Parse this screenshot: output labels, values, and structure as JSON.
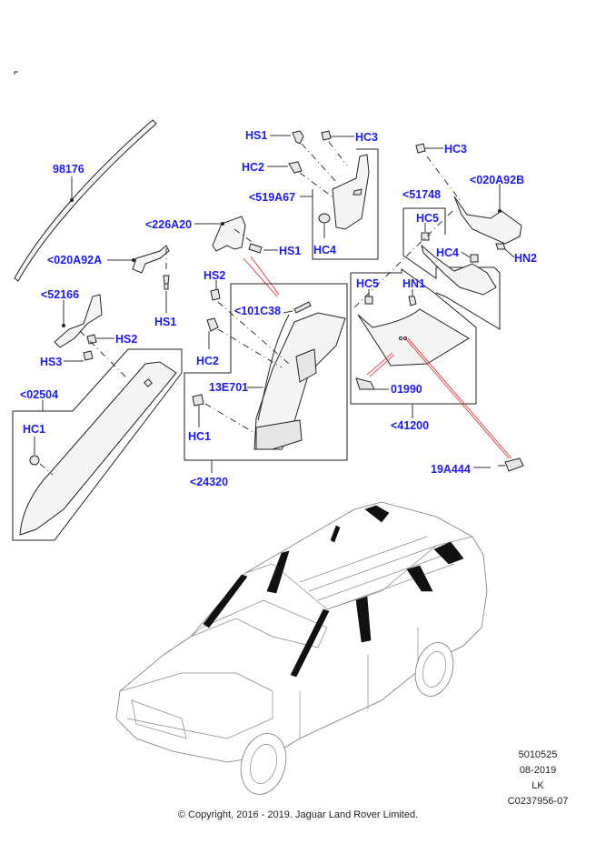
{
  "diagram": {
    "title": "Interior trim pillars and fixings",
    "label_color": "#1a1aff",
    "callouts": [
      {
        "id": "c-98176",
        "text": "98176"
      },
      {
        "id": "c-226a20",
        "text": "<226A20"
      },
      {
        "id": "c-020a92a",
        "text": "<020A92A"
      },
      {
        "id": "c-hs1-a",
        "text": "HS1"
      },
      {
        "id": "c-hs1-b",
        "text": "HS1"
      },
      {
        "id": "c-hs1-c",
        "text": "HS1"
      },
      {
        "id": "c-hc3-a",
        "text": "HC3"
      },
      {
        "id": "c-hc2-a",
        "text": "HC2"
      },
      {
        "id": "c-519a67",
        "text": "<519A67"
      },
      {
        "id": "c-hc4-a",
        "text": "HC4"
      },
      {
        "id": "c-hc3-b",
        "text": "HC3"
      },
      {
        "id": "c-020a92b",
        "text": "<020A92B"
      },
      {
        "id": "c-51748",
        "text": "<51748"
      },
      {
        "id": "c-hc5-a",
        "text": "HC5"
      },
      {
        "id": "c-hc4-b",
        "text": "HC4"
      },
      {
        "id": "c-hn2",
        "text": "HN2"
      },
      {
        "id": "c-52166",
        "text": "<52166"
      },
      {
        "id": "c-hs2-a",
        "text": "HS2"
      },
      {
        "id": "c-hs3",
        "text": "HS3"
      },
      {
        "id": "c-02504",
        "text": "<02504"
      },
      {
        "id": "c-hc1-a",
        "text": "HC1"
      },
      {
        "id": "c-hs2-b",
        "text": "HS2"
      },
      {
        "id": "c-101c38",
        "text": "<101C38"
      },
      {
        "id": "c-hc2-b",
        "text": "HC2"
      },
      {
        "id": "c-13e701",
        "text": "13E701"
      },
      {
        "id": "c-hc1-b",
        "text": "HC1"
      },
      {
        "id": "c-24320",
        "text": "<24320"
      },
      {
        "id": "c-hc5-b",
        "text": "HC5"
      },
      {
        "id": "c-hn1",
        "text": "HN1"
      },
      {
        "id": "c-01990",
        "text": "01990"
      },
      {
        "id": "c-41200",
        "text": "<41200"
      },
      {
        "id": "c-19a444",
        "text": "19A444"
      }
    ]
  },
  "reference": {
    "number": "5010525",
    "date": "08-2019",
    "code": "LK",
    "illustration_id": "C0237956-07"
  },
  "footer": {
    "copyright": "© Copyright, 2016 - 2019. Jaguar Land Rover Limited."
  }
}
